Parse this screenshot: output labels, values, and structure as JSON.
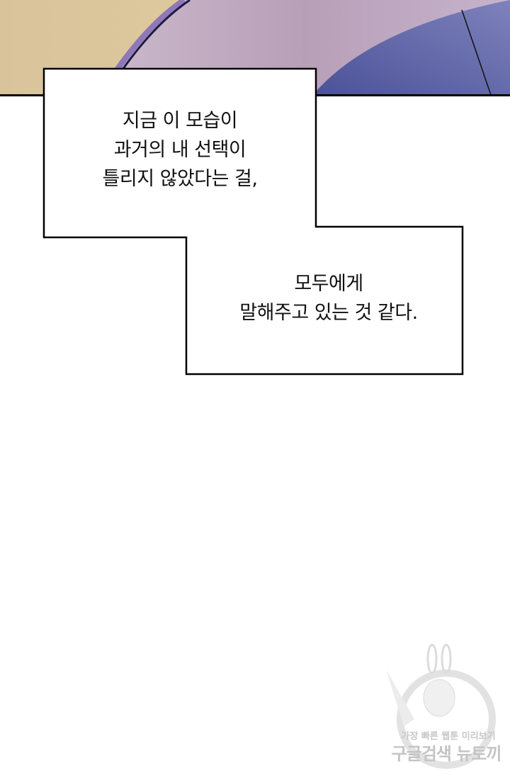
{
  "bubble_1": {
    "lines": [
      "지금 이 모습이",
      "과거의 내 선택이",
      "틀리지 않았다는 걸,"
    ]
  },
  "bubble_2": {
    "lines": [
      "모두에게",
      "말해주고 있는 것 같다."
    ]
  },
  "watermark": {
    "line1": "가장 빠른 웹툰 미리보기",
    "line2": "구글검색 뉴토끼"
  }
}
